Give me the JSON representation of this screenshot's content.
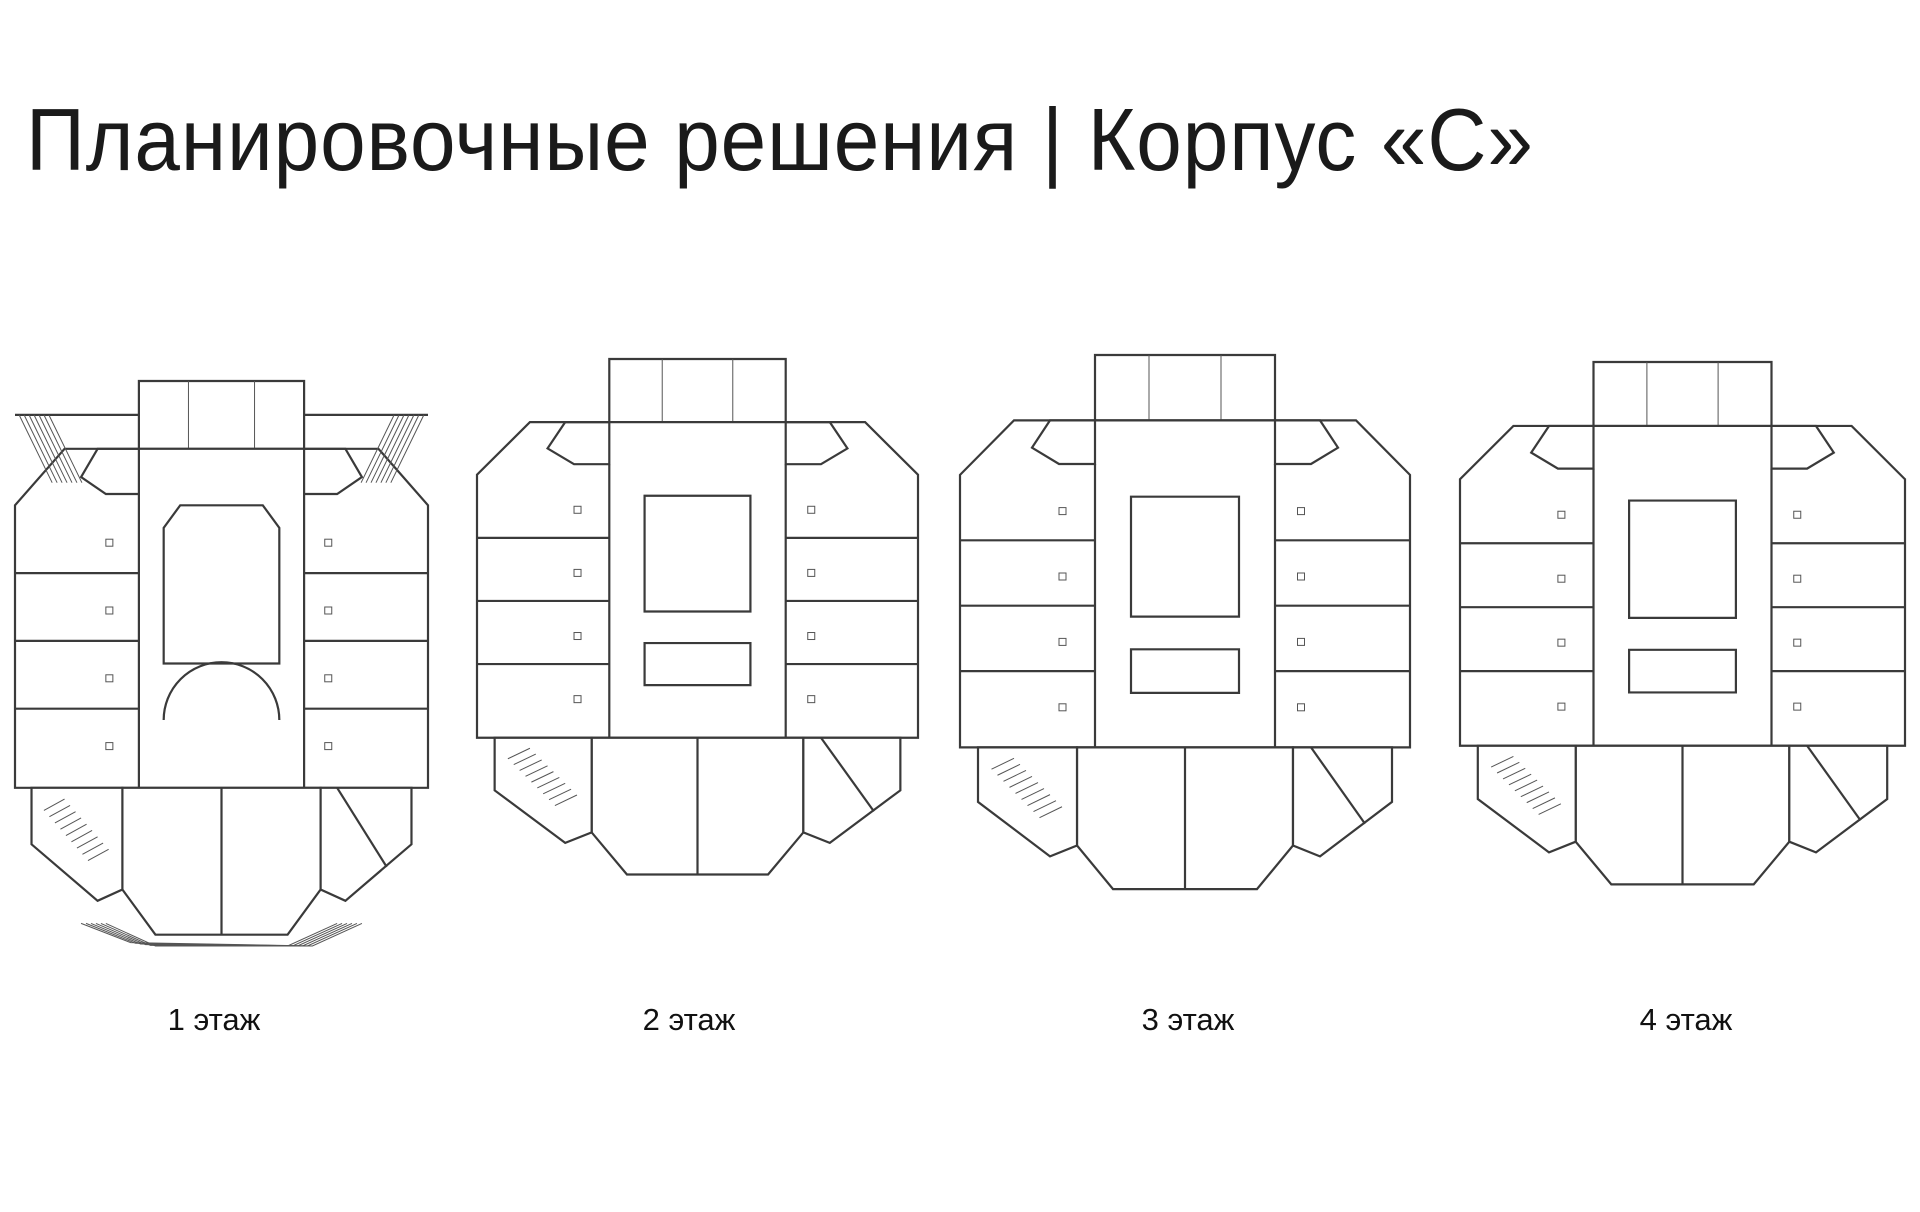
{
  "slide": {
    "title": "Планировочные решения | Корпус «С»"
  },
  "floors": [
    {
      "label": "1 этаж"
    },
    {
      "label": "2 этаж"
    },
    {
      "label": "3 этаж"
    },
    {
      "label": "4 этаж"
    }
  ]
}
